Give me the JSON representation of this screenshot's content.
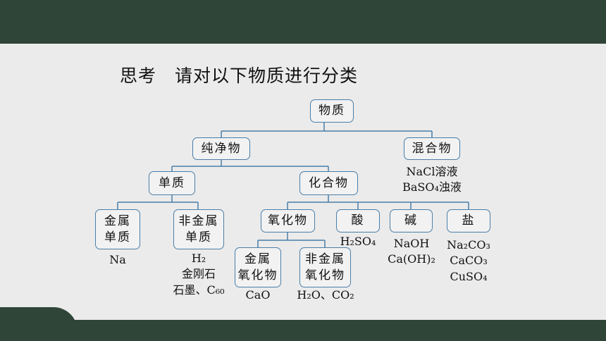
{
  "title": {
    "prefix": "思考",
    "text": "请对以下物质进行分类"
  },
  "nodes": {
    "root": "物质",
    "pure": "纯净物",
    "mixture": "混合物",
    "elemental": "单质",
    "compound": "化合物",
    "metal_elemental": [
      "金属",
      "单质"
    ],
    "nonmetal_elemental": [
      "非金属",
      "单质"
    ],
    "oxide": "氧化物",
    "acid": "酸",
    "base": "碱",
    "salt": "盐",
    "metal_oxide": [
      "金属",
      "氧化物"
    ],
    "nonmetal_oxide": [
      "非金属",
      "氧化物"
    ]
  },
  "examples": {
    "mixture": [
      "NaCl溶液",
      "BaSO₄浊液"
    ],
    "metal": [
      "Na"
    ],
    "nonmetal": [
      "H₂",
      "金刚石",
      "石墨、C₆₀"
    ],
    "acid": [
      "H₂SO₄"
    ],
    "base": [
      "NaOH",
      "Ca(OH)₂"
    ],
    "salt": [
      "Na₂CO₃",
      "CaCO₃",
      "CuSO₄"
    ],
    "metal_oxide": [
      "CaO"
    ],
    "nonmetal_oxide": [
      "H₂O、CO₂"
    ]
  }
}
